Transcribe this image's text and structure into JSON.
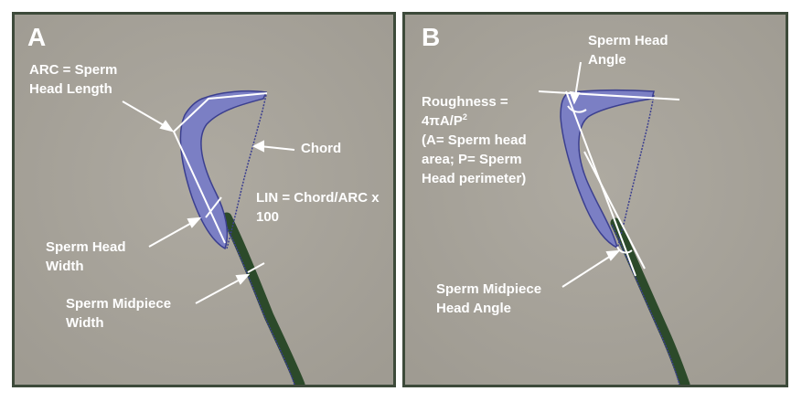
{
  "panels": [
    {
      "letter": "A",
      "labels": {
        "arc_line1": "ARC = Sperm",
        "arc_line2": "Head Length",
        "chord": "Chord",
        "lin_line1": "LIN = Chord/ARC x",
        "lin_line2": "100",
        "head_width_line1": "Sperm Head",
        "head_width_line2": "Width",
        "midpiece_width_line1": "Sperm Midpiece",
        "midpiece_width_line2": "Width"
      }
    },
    {
      "letter": "B",
      "labels": {
        "head_angle_line1": "Sperm Head",
        "head_angle_line2": "Angle",
        "roughness_line1": "Roughness =",
        "roughness_line2": "4πA/P",
        "roughness_exp": "2",
        "roughness_line3": "(A= Sperm head",
        "roughness_line4": "area; P= Sperm",
        "roughness_line5": "Head perimeter)",
        "midpiece_angle_line1": "Sperm Midpiece",
        "midpiece_angle_line2": "Head Angle"
      }
    }
  ],
  "colors": {
    "background": "#a8a49b",
    "head_fill": "#7b7fc4",
    "outline": "#3b3f8f",
    "midpiece": "#2c4a2a",
    "annotation": "#ffffff",
    "border": "#3d4a3a"
  }
}
